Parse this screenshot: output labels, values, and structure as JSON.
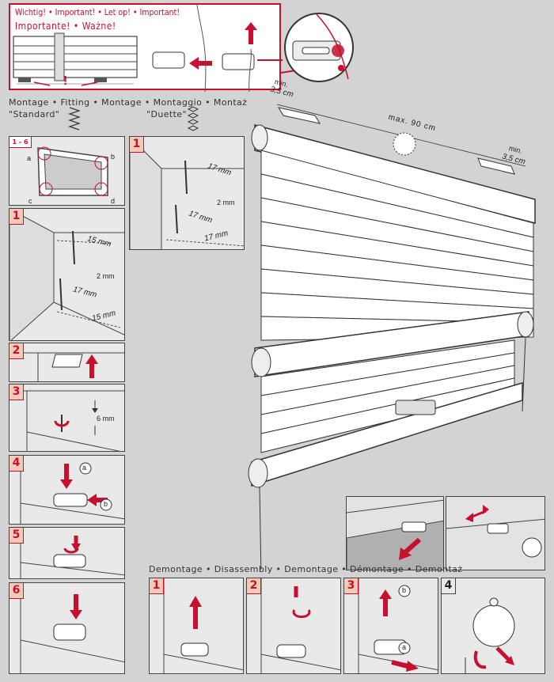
{
  "warning": {
    "line1": "Wichtig! • Important! • Let op! • Important!",
    "line2": "Importante! • Ważne!",
    "exclamation": "!"
  },
  "fitting": {
    "heading": "Montage • Fitting • Montage • Montaggio • Montaż",
    "standard_label": "\"Standard\"",
    "duette_label": "\"Duette\""
  },
  "steps": {
    "s16": "1 - 6",
    "s1": "1",
    "s2": "2",
    "s3": "3",
    "s4": "4",
    "s5": "5",
    "s6": "6",
    "duette1": "1"
  },
  "corners": {
    "a": "a",
    "b": "b",
    "c": "c",
    "d": "d"
  },
  "dims": {
    "d15a": "15 mm",
    "d2mm": "2 mm",
    "d17": "17 mm",
    "d15b": "15 mm",
    "d6mm": "6 mm",
    "duette_17a": "17 mm",
    "duette_2mm": "2 mm",
    "duette_17b": "17 mm",
    "duette_17c": "17 mm",
    "min_left": "min.",
    "min_left_val": "3,5 cm",
    "max": "max. 90 cm",
    "min_right": "min.",
    "min_right_val": "3,5 cm"
  },
  "callouts": {
    "a": "a",
    "b": "b"
  },
  "disassembly": {
    "heading": "Demontage • Disassembly • Demontage • Démontage • Demontaż",
    "s1": "1",
    "s2": "2",
    "s3": "3",
    "s4": "4",
    "callout_b": "b",
    "callout_a": "a"
  },
  "colors": {
    "accent": "#c8102e",
    "line": "#333333",
    "panel": "#e9e9e9",
    "background": "#d3d3d3"
  }
}
